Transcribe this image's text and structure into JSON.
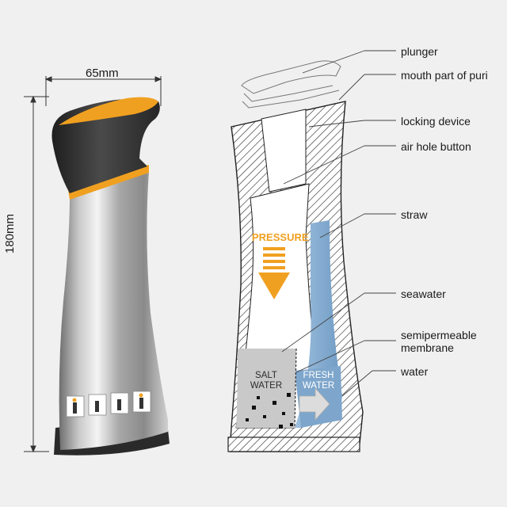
{
  "dimensions": {
    "width": "65mm",
    "height": "180mm"
  },
  "labels": [
    "plunger",
    "mouth part of puri",
    "locking device",
    "air hole button",
    "straw",
    "seawater",
    "semipermeable",
    "membrane",
    "water"
  ],
  "inner": {
    "pressure": "PRESSURE",
    "salt": "SALT",
    "salt_water": "WATER",
    "fresh": "FRESH",
    "fresh_water": "WATER"
  },
  "colors": {
    "background": "#f0f0f0",
    "accent_orange": "#f0a020",
    "cap_dark": "#2e2e2e",
    "steel": "#b8b8b8",
    "fresh_water": "#7fa8cf",
    "salt_water": "#c8c8c8"
  }
}
